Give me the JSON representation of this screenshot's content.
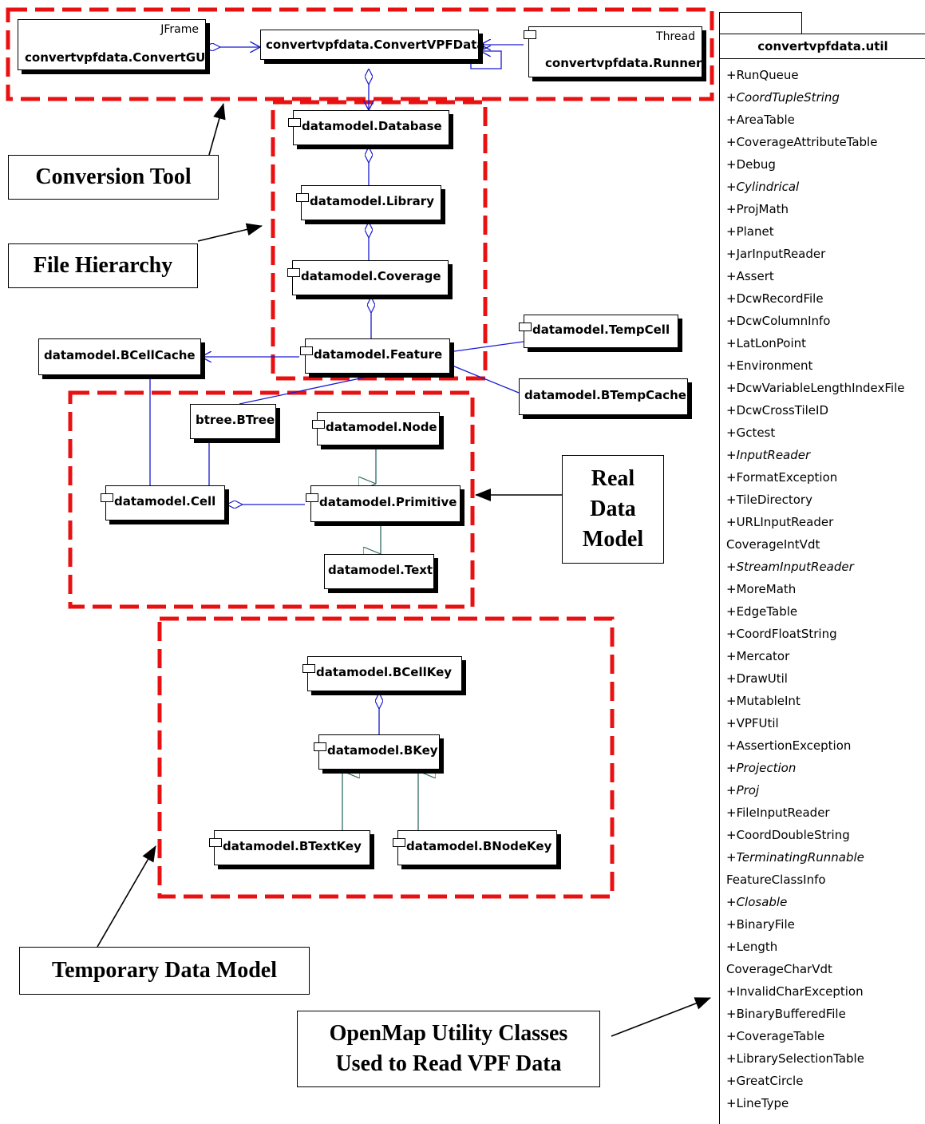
{
  "classes": {
    "convert_gui": {
      "name": "convertvpfdata.ConvertGUI",
      "stereotype": "JFrame"
    },
    "convert_vpf_data": {
      "name": "convertvpfdata.ConvertVPFData"
    },
    "runner": {
      "name": "convertvpfdata.Runner",
      "stereotype": "Thread"
    },
    "database": {
      "name": "datamodel.Database"
    },
    "library": {
      "name": "datamodel.Library"
    },
    "coverage": {
      "name": "datamodel.Coverage"
    },
    "feature": {
      "name": "datamodel.Feature"
    },
    "temp_cell": {
      "name": "datamodel.TempCell"
    },
    "bcell_cache": {
      "name": "datamodel.BCellCache"
    },
    "btemp_cache": {
      "name": "datamodel.BTempCache"
    },
    "btree": {
      "name": "btree.BTree"
    },
    "node": {
      "name": "datamodel.Node"
    },
    "cell": {
      "name": "datamodel.Cell"
    },
    "primitive": {
      "name": "datamodel.Primitive"
    },
    "text": {
      "name": "datamodel.Text"
    },
    "bcell_key": {
      "name": "datamodel.BCellKey"
    },
    "bkey": {
      "name": "datamodel.BKey"
    },
    "btext_key": {
      "name": "datamodel.BTextKey"
    },
    "bnode_key": {
      "name": "datamodel.BNodeKey"
    }
  },
  "callouts": {
    "conversion_tool": "Conversion Tool",
    "file_hierarchy": "File Hierarchy",
    "real_data_model": [
      "Real",
      "Data",
      "Model"
    ],
    "temporary_data_model": "Temporary Data Model",
    "utility_classes": [
      "OpenMap Utility Classes",
      "Used to Read VPF Data"
    ]
  },
  "package": {
    "name": "convertvpfdata.util",
    "items": [
      {
        "label": "+RunQueue",
        "italic": false
      },
      {
        "label": "+CoordTupleString",
        "italic": true
      },
      {
        "label": "+AreaTable",
        "italic": false
      },
      {
        "label": "+CoverageAttributeTable",
        "italic": false
      },
      {
        "label": "+Debug",
        "italic": false
      },
      {
        "label": "+Cylindrical",
        "italic": true
      },
      {
        "label": "+ProjMath",
        "italic": false
      },
      {
        "label": "+Planet",
        "italic": false
      },
      {
        "label": "+JarInputReader",
        "italic": false
      },
      {
        "label": "+Assert",
        "italic": false
      },
      {
        "label": "+DcwRecordFile",
        "italic": false
      },
      {
        "label": "+DcwColumnInfo",
        "italic": false
      },
      {
        "label": "+LatLonPoint",
        "italic": false
      },
      {
        "label": "+Environment",
        "italic": false
      },
      {
        "label": "+DcwVariableLengthIndexFile",
        "italic": false
      },
      {
        "label": "+DcwCrossTileID",
        "italic": false
      },
      {
        "label": "+Gctest",
        "italic": false
      },
      {
        "label": "+InputReader",
        "italic": true
      },
      {
        "label": "+FormatException",
        "italic": false
      },
      {
        "label": "+TileDirectory",
        "italic": false
      },
      {
        "label": "+URLInputReader",
        "italic": false
      },
      {
        "label": " CoverageIntVdt",
        "italic": false
      },
      {
        "label": "+StreamInputReader",
        "italic": true
      },
      {
        "label": "+MoreMath",
        "italic": false
      },
      {
        "label": "+EdgeTable",
        "italic": false
      },
      {
        "label": "+CoordFloatString",
        "italic": false
      },
      {
        "label": "+Mercator",
        "italic": false
      },
      {
        "label": "+DrawUtil",
        "italic": false
      },
      {
        "label": "+MutableInt",
        "italic": false
      },
      {
        "label": "+VPFUtil",
        "italic": false
      },
      {
        "label": "+AssertionException",
        "italic": false
      },
      {
        "label": "+Projection",
        "italic": true
      },
      {
        "label": "+Proj",
        "italic": true
      },
      {
        "label": "+FileInputReader",
        "italic": false
      },
      {
        "label": "+CoordDoubleString",
        "italic": false
      },
      {
        "label": "+TerminatingRunnable",
        "italic": true
      },
      {
        "label": " FeatureClassInfo",
        "italic": false
      },
      {
        "label": "+Closable",
        "italic": true
      },
      {
        "label": "+BinaryFile",
        "italic": false
      },
      {
        "label": "+Length",
        "italic": false
      },
      {
        "label": " CoverageCharVdt",
        "italic": false
      },
      {
        "label": "+InvalidCharException",
        "italic": false
      },
      {
        "label": "+BinaryBufferedFile",
        "italic": false
      },
      {
        "label": "+CoverageTable",
        "italic": false
      },
      {
        "label": "+LibrarySelectionTable",
        "italic": false
      },
      {
        "label": "+GreatCircle",
        "italic": false
      },
      {
        "label": "+LineType",
        "italic": false
      }
    ]
  },
  "colors": {
    "group_border": "#e81010",
    "association": "#1a1ad0",
    "generalization": "#2e6b60"
  }
}
